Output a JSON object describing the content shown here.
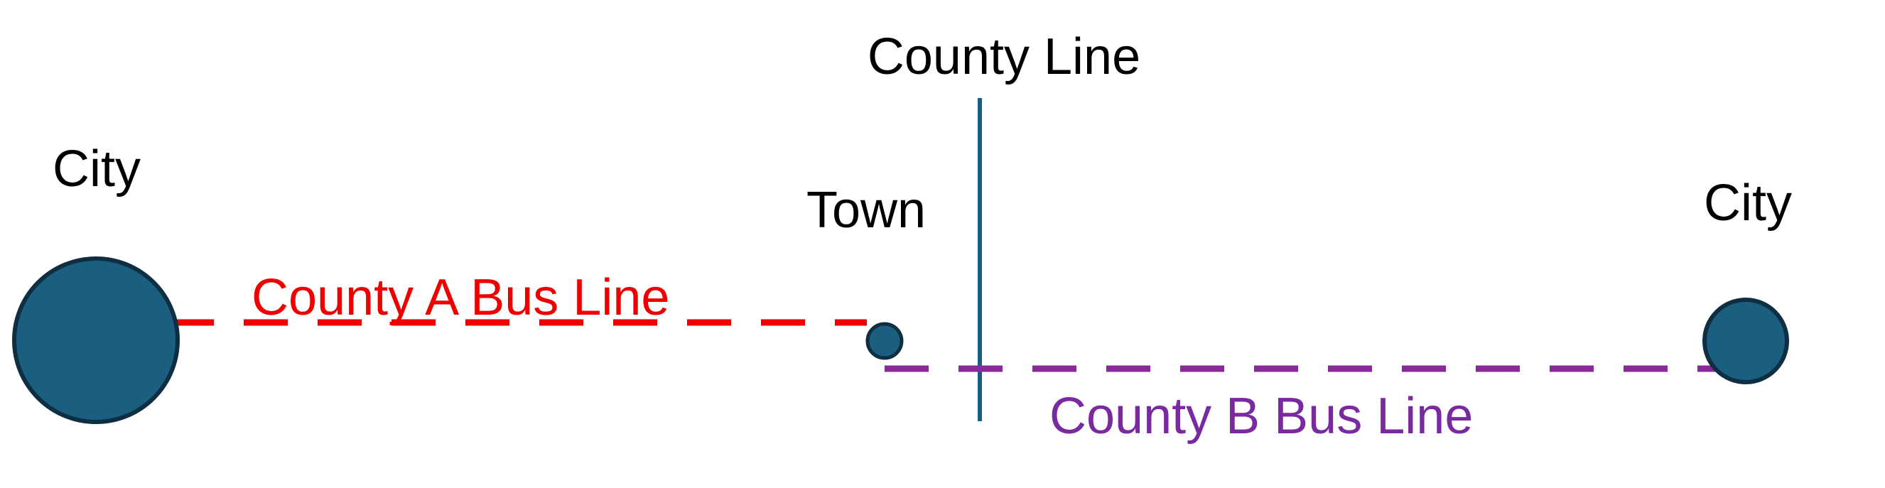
{
  "labels": {
    "county_line": "County Line",
    "city_left": "City",
    "town": "Town",
    "city_right": "City",
    "county_a_bus_line": "County A Bus Line",
    "county_b_bus_line": "County B Bus Line"
  },
  "colors": {
    "node_fill": "#1a5e80",
    "node_stroke": "#0f2e42",
    "county_line": "#1a5e80",
    "county_a_bus": "#ee0000",
    "county_b_bus": "#8a2a9a",
    "text": "#000000",
    "county_a_text": "#ee0000",
    "county_b_text": "#7a2aa0"
  }
}
